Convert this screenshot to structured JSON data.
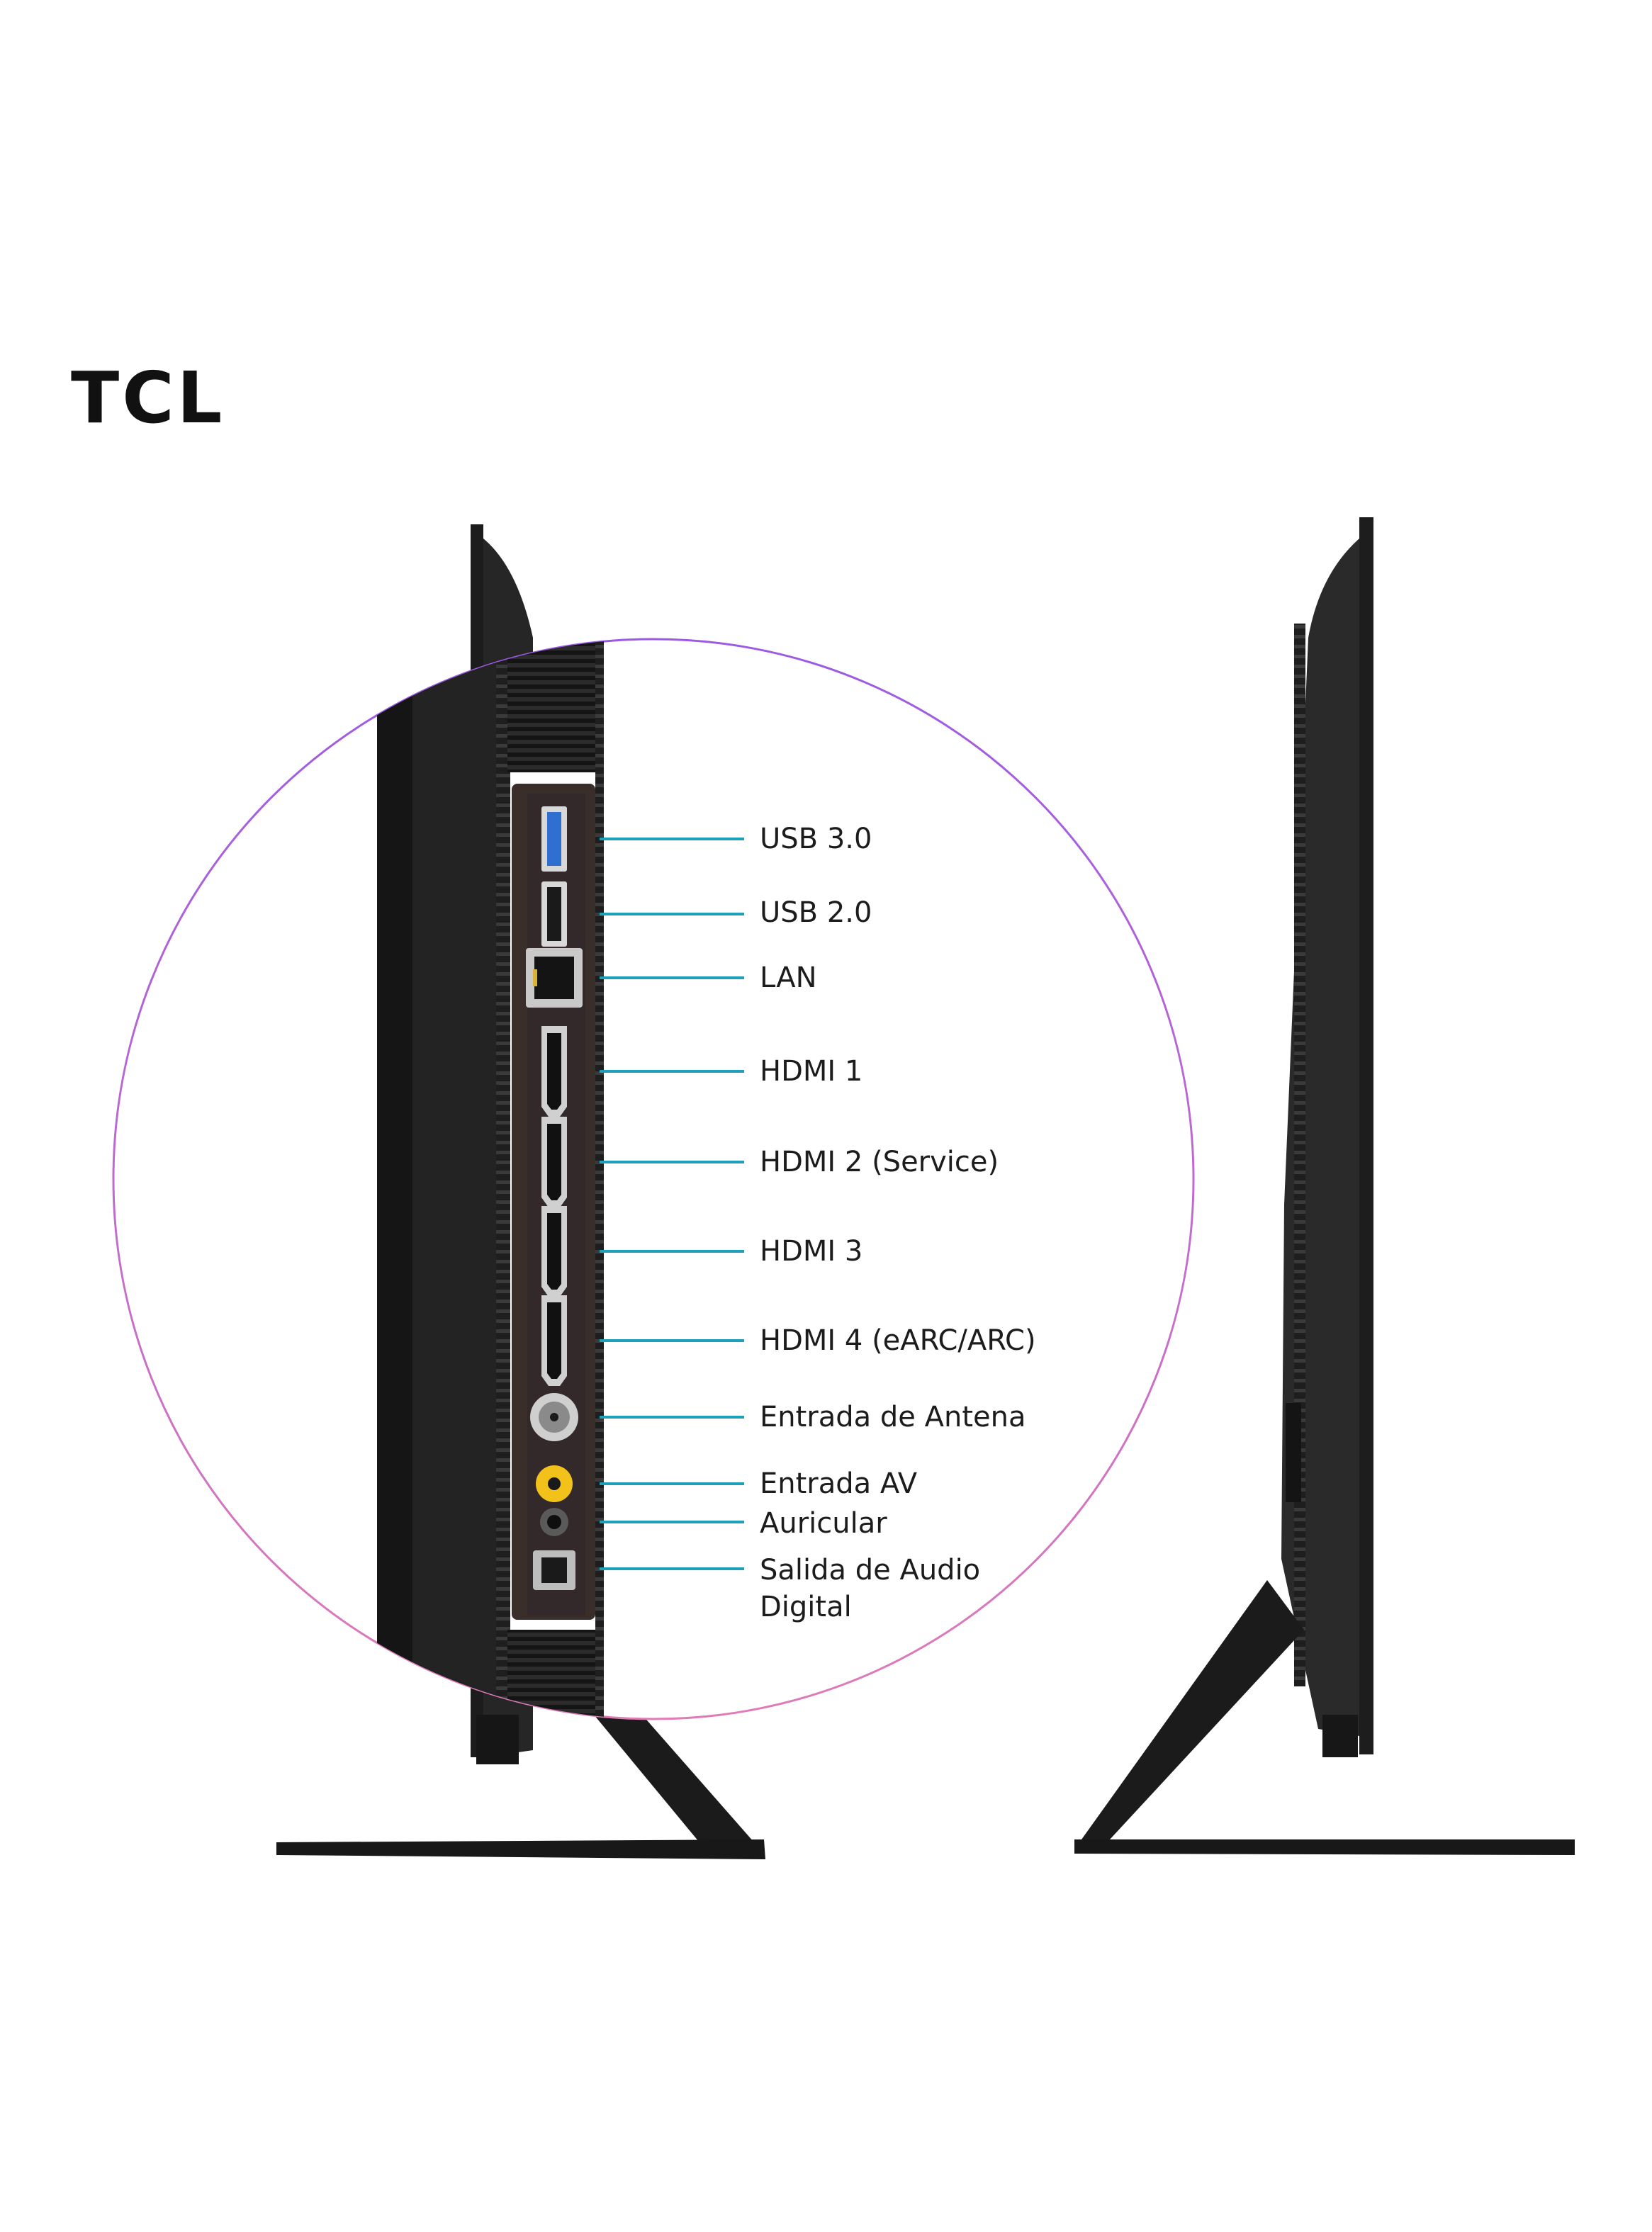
{
  "brand": {
    "logo_text": "TCL"
  },
  "ports": [
    {
      "label": "USB 3.0",
      "icon": "usb-3-port-icon"
    },
    {
      "label": "USB 2.0",
      "icon": "usb-2-port-icon"
    },
    {
      "label": "LAN",
      "icon": "ethernet-port-icon"
    },
    {
      "label": "HDMI 1",
      "icon": "hdmi-port-icon"
    },
    {
      "label": "HDMI 2 (Service)",
      "icon": "hdmi-port-icon"
    },
    {
      "label": "HDMI 3",
      "icon": "hdmi-port-icon"
    },
    {
      "label": "HDMI 4 (eARC/ARC)",
      "icon": "hdmi-port-icon"
    },
    {
      "label": "Entrada de Antena",
      "icon": "antenna-coax-port-icon"
    },
    {
      "label": "Entrada AV",
      "icon": "av-input-port-icon"
    },
    {
      "label": "Auricular",
      "icon": "headphone-jack-icon"
    },
    {
      "label": "Salida de Audio Digital",
      "line1": "Salida de Audio",
      "line2": "Digital",
      "icon": "optical-audio-port-icon"
    }
  ],
  "colors": {
    "leader_line": "#1f9fb8",
    "tv_body": "#1c1c1c",
    "tv_panel": "#2a2a2a",
    "port_panel": "#3a2e2a",
    "av_port": "#f2c21a",
    "circle_outline_top": "#9b59e6",
    "circle_outline_bottom": "#e07bb8"
  }
}
